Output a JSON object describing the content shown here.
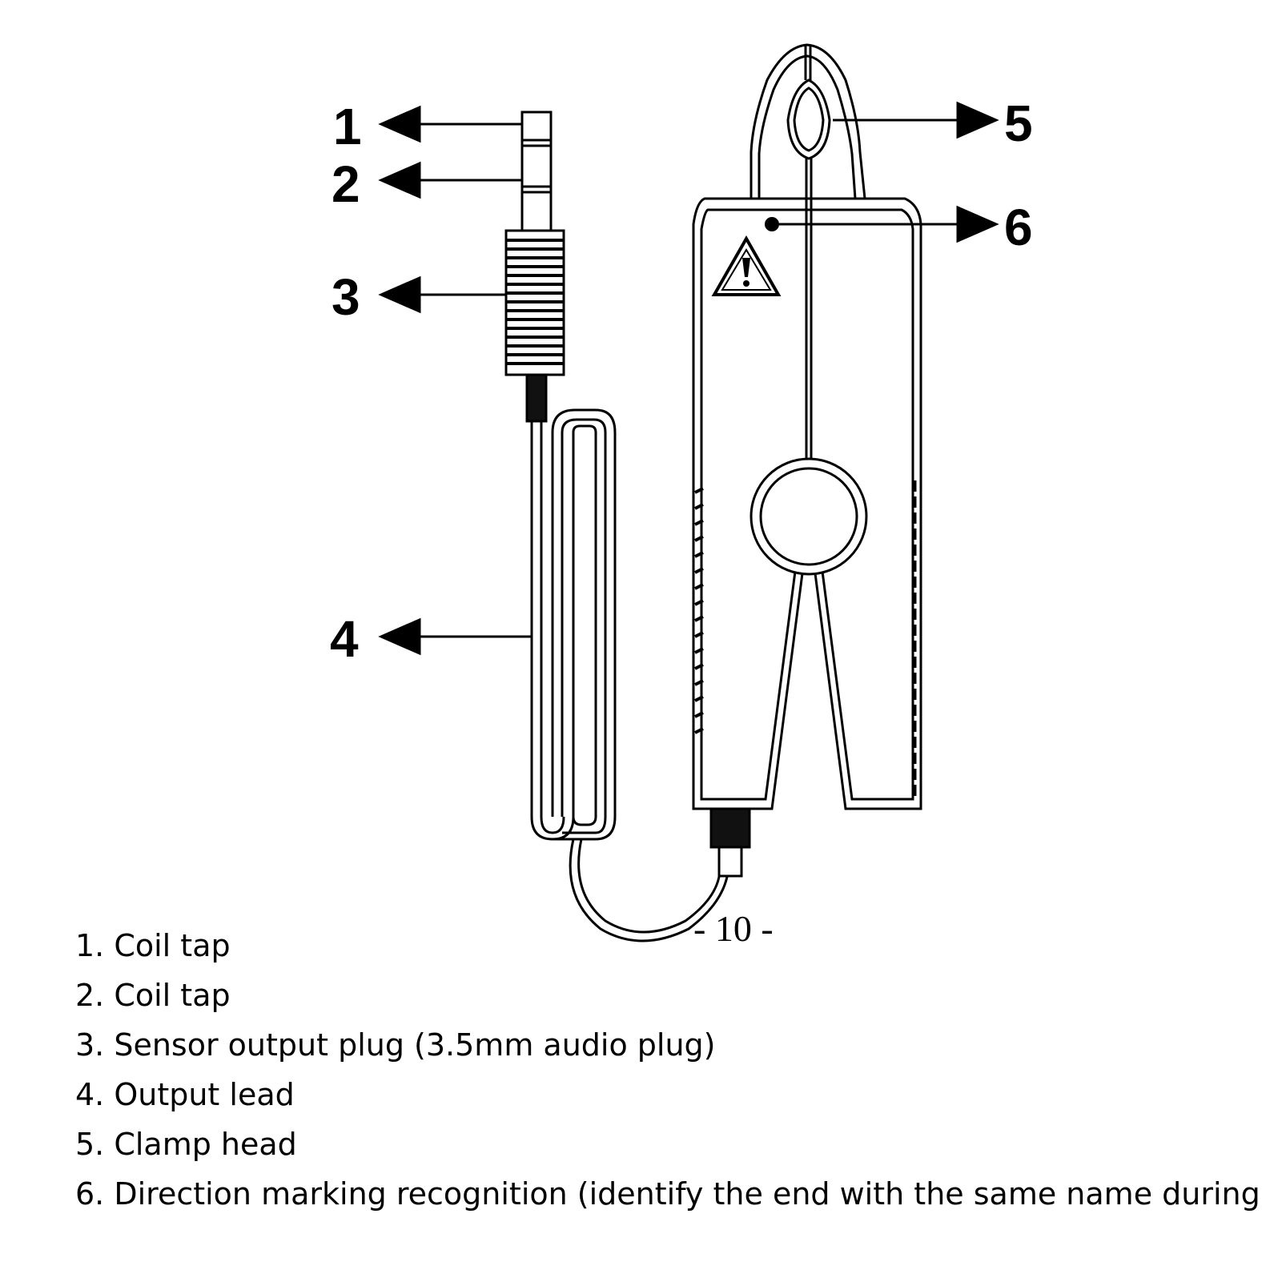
{
  "callouts": [
    "1",
    "2",
    "3",
    "4",
    "5",
    "6"
  ],
  "page_number": "- 10 -",
  "legend": [
    "1. Coil tap",
    "2. Coil tap",
    "3. Sensor output plug (3.5mm audio plug)",
    "4. Output lead",
    "5. Clamp head",
    "6. Direction marking recognition (identify the end with the same name during"
  ],
  "colors": {
    "ink": "#000000",
    "background": "#ffffff"
  }
}
